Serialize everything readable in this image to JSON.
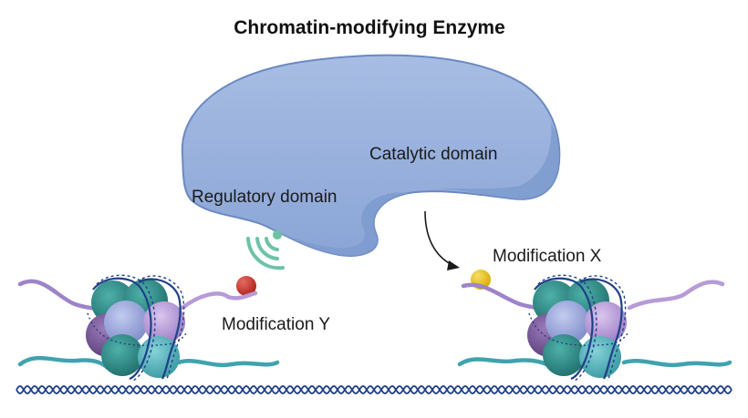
{
  "title": "Chromatin-modifying Enzyme",
  "labels": {
    "catalytic_domain": "Catalytic domain",
    "regulatory_domain": "Regulatory domain",
    "modification_x": "Modification X",
    "modification_y": "Modification Y"
  },
  "colors": {
    "enzyme_fill": "#9ab2dc",
    "enzyme_shade": "#7f9bcc",
    "enzyme_outline": "#5f7fb8",
    "signal": "#6cc3a4",
    "modification_x": "#e8c21a",
    "modification_y": "#c83a31",
    "histone_teal": "#2f8a85",
    "histone_blue": "#9aa6dd",
    "histone_lilac": "#b79ad8",
    "histone_purple": "#7b5a9a",
    "histone_cyan": "#56b7c0",
    "dna": "#1f3f86",
    "tail_violet": "#9d83c9",
    "tail_teal": "#3fa3ae"
  },
  "icons": [
    "signal-waves-icon",
    "curved-arrow-icon"
  ]
}
